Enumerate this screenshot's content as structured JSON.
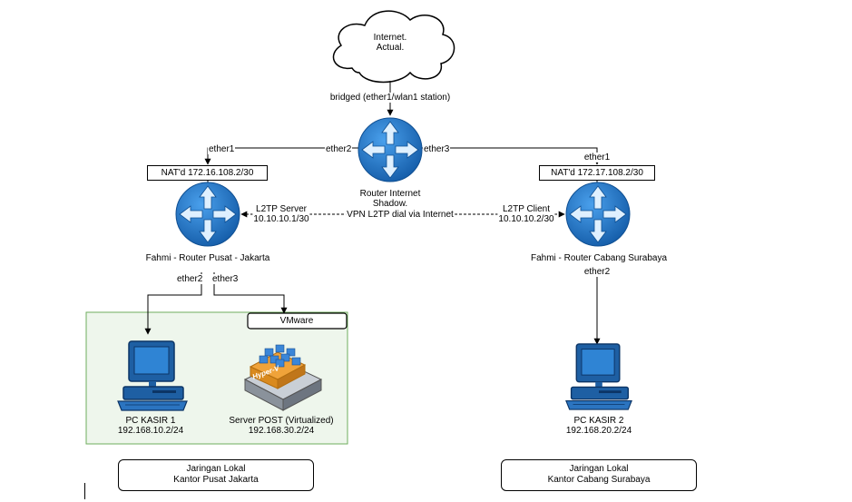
{
  "cloud": {
    "line1": "Internet.",
    "line2": "Actual."
  },
  "uplink_label": "bridged (ether1/wlan1 station)",
  "shadow_router": {
    "name_line1": "Router Internet",
    "name_line2": "Shadow.",
    "port_left": "ether2",
    "port_right": "ether3",
    "vpn_label": "VPN L2TP dial via Internet"
  },
  "router_jakarta": {
    "name": "Fahmi - Router Pusat - Jakarta",
    "nat": "NAT'd 172.16.108.2/30",
    "wan_port": "ether1",
    "lan_port_a": "ether2",
    "lan_port_b": "ether3",
    "l2tp_role": "L2TP Server",
    "l2tp_ip": "10.10.10.1/30"
  },
  "router_surabaya": {
    "name": "Fahmi - Router Cabang Surabaya",
    "nat": "NAT'd 172.17.108.2/30",
    "wan_port": "ether1",
    "lan_port": "ether2",
    "l2tp_role": "L2TP Client",
    "l2tp_ip": "10.10.10.2/30"
  },
  "vmware_label": "VMware",
  "hyperv_label": "Hyper-V",
  "pc_kasir_1": {
    "name": "PC KASIR 1",
    "ip": "192.168.10.2/24"
  },
  "server_post": {
    "name": "Server POST (Virtualized)",
    "ip": "192.168.30.2/24"
  },
  "pc_kasir_2": {
    "name": "PC KASIR 2",
    "ip": "192.168.20.2/24"
  },
  "lan_jakarta": {
    "line1": "Jaringan Lokal",
    "line2": "Kantor Pusat Jakarta"
  },
  "lan_surabaya": {
    "line1": "Jaringan Lokal",
    "line2": "Kantor Cabang Surabaya"
  },
  "colors": {
    "router_blue": "#1c6ec4",
    "router_blue_light": "#3b8fe0",
    "zone_fill": "#eef6ec",
    "zone_border": "#6fae5e",
    "pc_blue": "#1e5fa3",
    "hyperv_orange": "#f0a33a"
  },
  "icons": [
    "cloud-icon",
    "router-icon",
    "pc-icon",
    "hyperv-server-icon"
  ]
}
